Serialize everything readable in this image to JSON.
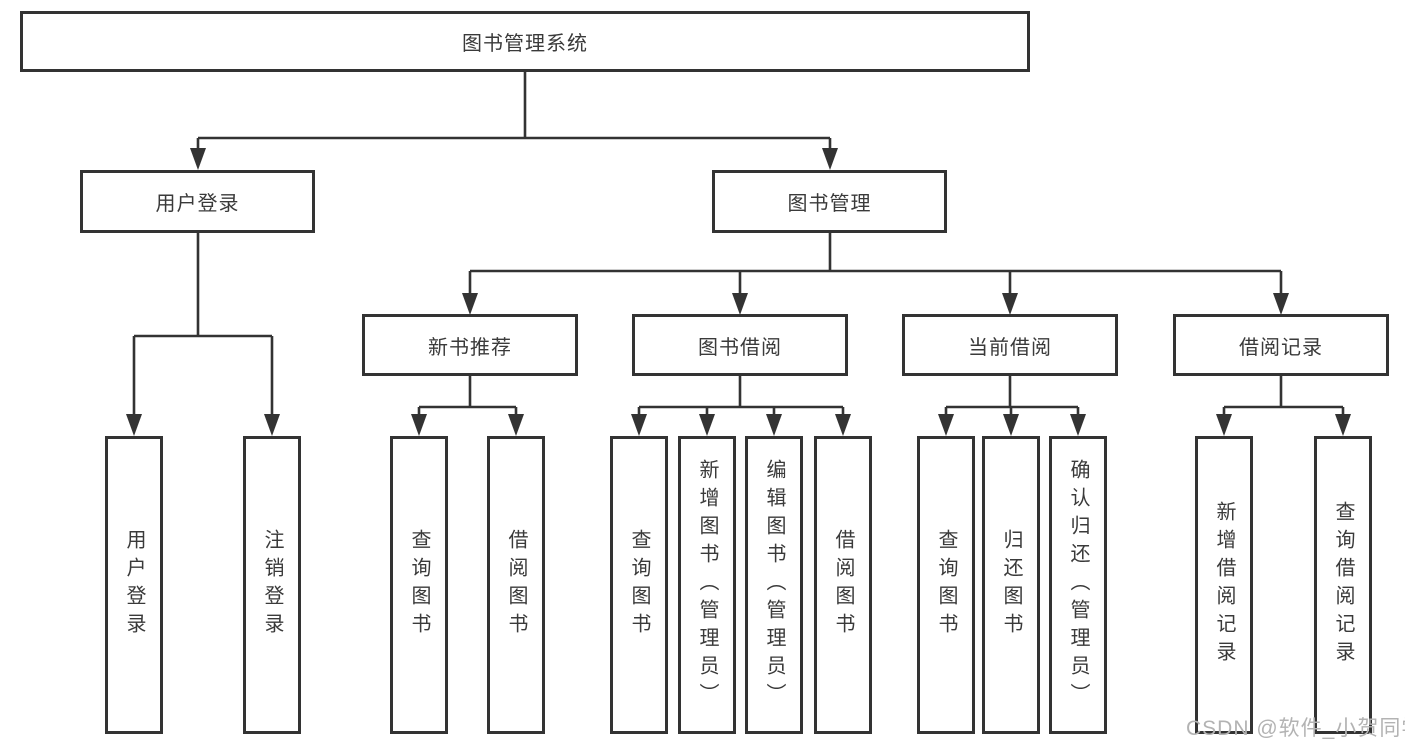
{
  "tree": {
    "root": {
      "label": "图书管理系统"
    },
    "user_login": {
      "label": "用户登录",
      "children": [
        {
          "label": "用户登录"
        },
        {
          "label": "注销登录"
        }
      ]
    },
    "book_mgmt": {
      "label": "图书管理"
    },
    "new_book": {
      "label": "新书推荐",
      "children": [
        {
          "label": "查询图书"
        },
        {
          "label": "借阅图书"
        }
      ]
    },
    "book_borrow": {
      "label": "图书借阅",
      "children": [
        {
          "label": "查询图书"
        },
        {
          "label": "新增图书（管理员）"
        },
        {
          "label": "编辑图书（管理员）"
        },
        {
          "label": "借阅图书"
        }
      ]
    },
    "current_borrow": {
      "label": "当前借阅",
      "children": [
        {
          "label": "查询图书"
        },
        {
          "label": "归还图书"
        },
        {
          "label": "确认归还（管理员）"
        }
      ]
    },
    "borrow_records": {
      "label": "借阅记录",
      "children": [
        {
          "label": "新增借阅记录"
        },
        {
          "label": "查询借阅记录"
        }
      ]
    }
  },
  "colors": {
    "line": "#333333",
    "text": "#3a3a3a",
    "watermark": "#b3b3b3"
  },
  "watermark": "CSDN @软件_小贺同学"
}
